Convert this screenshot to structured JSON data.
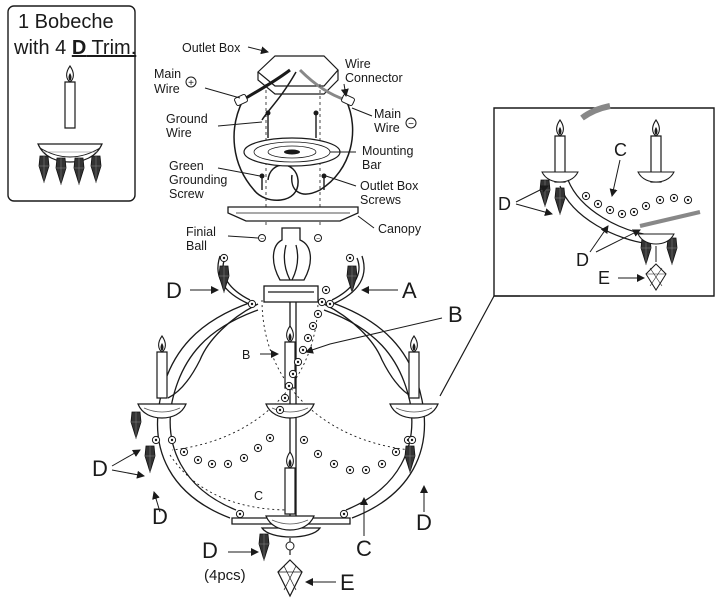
{
  "inset_box": {
    "line1": "1 Bobeche",
    "line2_pre": "with 4 ",
    "line2_letter": "D",
    "line2_post": " Trim."
  },
  "labels": {
    "outlet_box": "Outlet Box",
    "main_wire_pos_1": "Main",
    "main_wire_pos_2": "Wire",
    "plus_symbol": "+",
    "wire_connector_1": "Wire",
    "wire_connector_2": "Connector",
    "main_wire_neg_1": "Main",
    "main_wire_neg_2": "Wire",
    "minus_symbol": "−",
    "ground_wire_1": "Ground",
    "ground_wire_2": "Wire",
    "mounting_bar_1": "Mounting",
    "mounting_bar_2": "Bar",
    "green_grounding_1": "Green",
    "green_grounding_2": "Grounding",
    "green_grounding_3": "Screw",
    "outlet_box_screws_1": "Outlet Box",
    "outlet_box_screws_2": "Screws",
    "canopy": "Canopy",
    "finial_ball_1": "Finial",
    "finial_ball_2": "Ball"
  },
  "parts": {
    "A": "A",
    "B": "B",
    "C": "C",
    "D": "D",
    "E": "E",
    "D_qty": "(4pcs)"
  },
  "colors": {
    "line": "#1a1a1a",
    "background": "#ffffff"
  }
}
